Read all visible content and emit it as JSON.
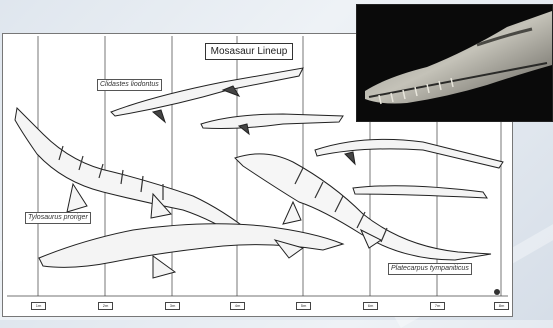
{
  "chart": {
    "title": "Mosasaur Lineup",
    "species_labels": {
      "clidastes": "Clidastes liodontus",
      "tylosaurus": "Tylosaurus proriger",
      "platecarpus": "Platecarpus tympaniticus"
    },
    "axis_marks": [
      "1m",
      "2m",
      "3m",
      "4m",
      "5m",
      "6m",
      "7m",
      "8m"
    ]
  },
  "photo": {
    "subject": "mosasaur-skull-fossil"
  }
}
